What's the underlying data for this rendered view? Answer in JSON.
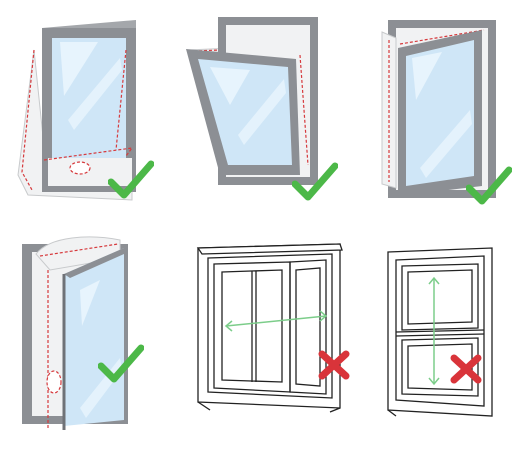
{
  "colors": {
    "frame": "#8c8f94",
    "frame_dark": "#6f7277",
    "glass": "#cfe6f7",
    "glass_light": "#e9f5fd",
    "seal": "#f1f2f3",
    "dash": "#d6393c",
    "ok": "#4cb848",
    "no": "#d9343a",
    "arrow": "#7ccd8a",
    "outline": "#222222"
  },
  "panels": [
    {
      "name": "awning-window",
      "suitable": true,
      "icon": "check-icon"
    },
    {
      "name": "hopper-window",
      "suitable": true,
      "icon": "check-icon"
    },
    {
      "name": "casement-window-left",
      "suitable": true,
      "icon": "check-icon"
    },
    {
      "name": "casement-window-right",
      "suitable": true,
      "icon": "check-icon"
    },
    {
      "name": "sliding-window",
      "suitable": false,
      "icon": "cross-icon"
    },
    {
      "name": "sash-window",
      "suitable": false,
      "icon": "cross-icon"
    }
  ]
}
